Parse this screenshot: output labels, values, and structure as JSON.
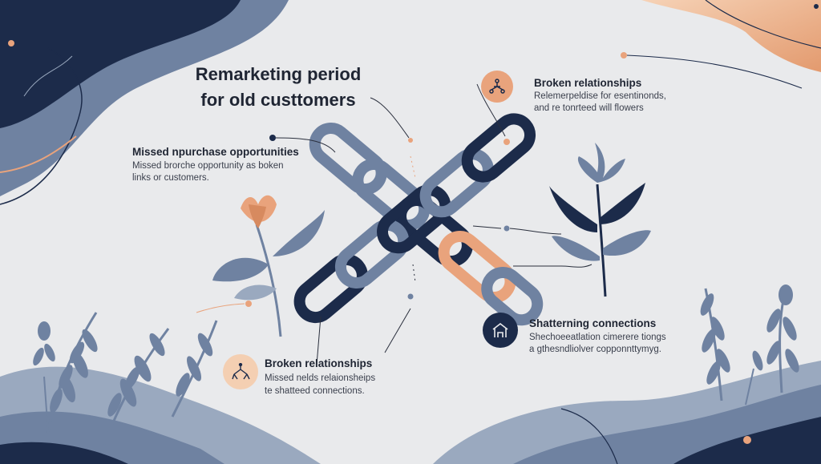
{
  "title_line1": "Remarketing period",
  "title_line2": "for old custtomers",
  "blocks": {
    "top_right": {
      "heading": "Broken relationships",
      "line1": "Relemerpeldise for esentinonds,",
      "line2": "and re tonrteed will flowers"
    },
    "left": {
      "heading": "Missed npurchase opportunities",
      "line1": "Missed brorche opportunity as boken",
      "line2": "links or customers."
    },
    "bottom": {
      "heading": "Broken relationships",
      "line1": "Missed nelds relaionsheips",
      "line2": "te shatteed connections."
    },
    "right": {
      "heading": "Shatterning connections",
      "line1": "Shechoeeatlation cimerere tiongs",
      "line2": "a gthesndliolver copponnttymyg."
    }
  },
  "colors": {
    "navy": "#1c2b4a",
    "slate": "#6f82a1",
    "light_slate": "#9aa9bf",
    "peach": "#e9a37c",
    "background": "#e9eaec"
  },
  "icons": [
    "network-tree-icon",
    "house-diagram-icon",
    "broken-chain-icon",
    "flower-icon",
    "leaf-icon"
  ]
}
